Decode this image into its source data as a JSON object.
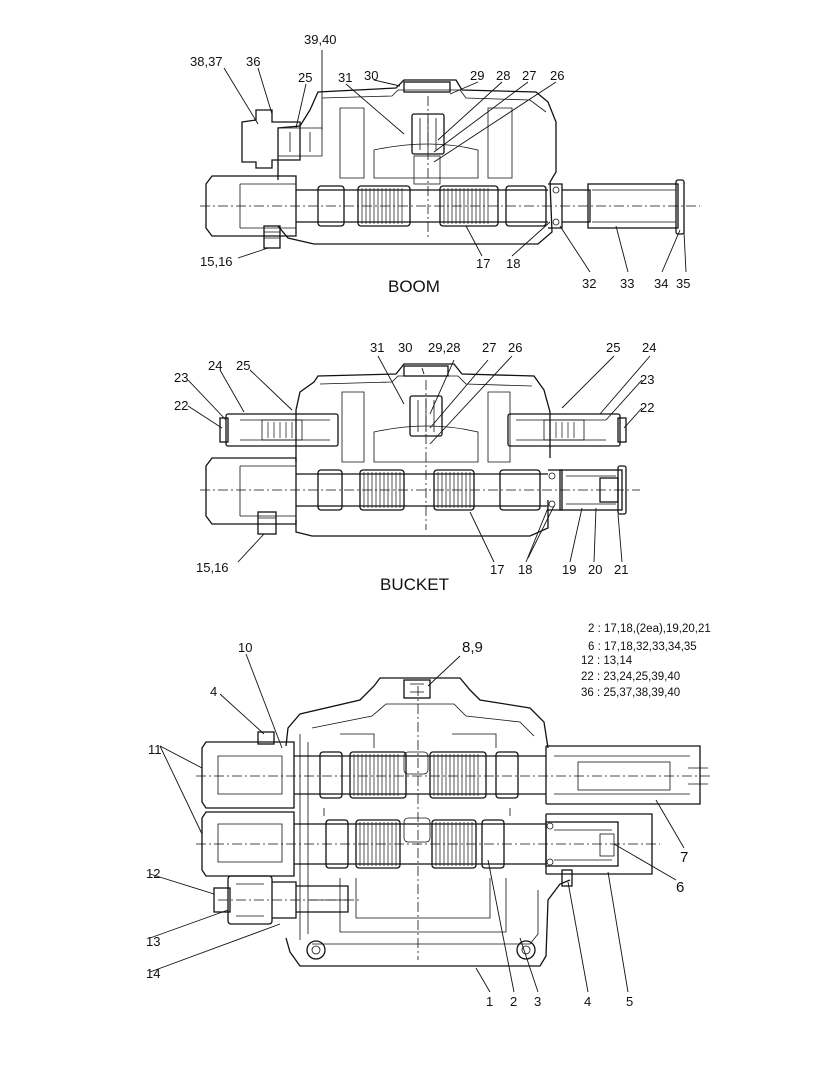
{
  "views": {
    "boom": {
      "title": "BOOM",
      "callouts": [
        "38,37",
        "36",
        "39,40",
        "25",
        "31",
        "30",
        "29",
        "28",
        "27",
        "26",
        "15,16",
        "17",
        "18",
        "32",
        "33",
        "34",
        "35"
      ]
    },
    "bucket": {
      "title": "BUCKET",
      "callouts": [
        "31",
        "30",
        "29,28",
        "27",
        "26",
        "25",
        "24",
        "23",
        "22",
        "24",
        "25",
        "23",
        "22",
        "15,16",
        "17",
        "18",
        "19",
        "20",
        "21"
      ]
    },
    "assembly": {
      "callouts": [
        "8,9",
        "10",
        "4",
        "11",
        "12",
        "13",
        "14",
        "1",
        "2",
        "3",
        "4",
        "5",
        "6",
        "7"
      ]
    }
  },
  "kit_table": [
    "2 : 17,18,(2ea),19,20,21",
    "6 : 17,18,32,33,34,35",
    "12 : 13,14",
    "22 : 23,24,25,39,40",
    "36 : 25,37,38,39,40"
  ]
}
